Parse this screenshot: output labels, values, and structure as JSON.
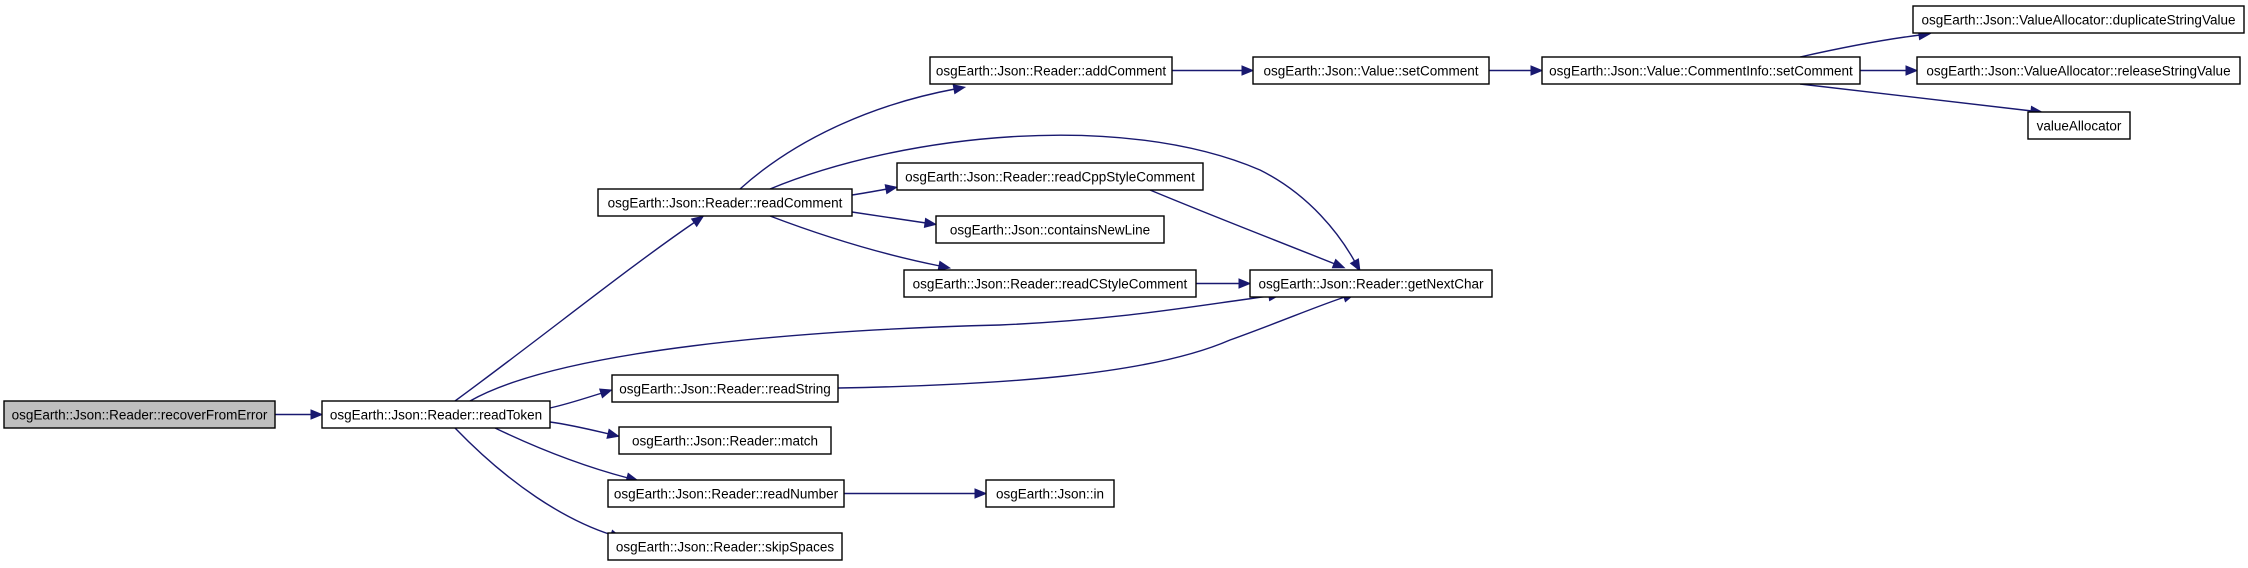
{
  "colors": {
    "edge": "#191970",
    "node_fill": "#ffffff",
    "root_fill": "#bfbfbf",
    "border": "#000000"
  },
  "nodes": [
    {
      "id": "recoverFromError",
      "label": "osgEarth::Json::Reader::recoverFromError",
      "root": true
    },
    {
      "id": "readToken",
      "label": "osgEarth::Json::Reader::readToken"
    },
    {
      "id": "readComment",
      "label": "osgEarth::Json::Reader::readComment"
    },
    {
      "id": "getNextChar",
      "label": "osgEarth::Json::Reader::getNextChar"
    },
    {
      "id": "readString",
      "label": "osgEarth::Json::Reader::readString"
    },
    {
      "id": "match",
      "label": "osgEarth::Json::Reader::match"
    },
    {
      "id": "readNumber",
      "label": "osgEarth::Json::Reader::readNumber"
    },
    {
      "id": "skipSpaces",
      "label": "osgEarth::Json::Reader::skipSpaces"
    },
    {
      "id": "addComment",
      "label": "osgEarth::Json::Reader::addComment"
    },
    {
      "id": "readCppStyleComment",
      "label": "osgEarth::Json::Reader::readCppStyleComment"
    },
    {
      "id": "containsNewLine",
      "label": "osgEarth::Json::containsNewLine"
    },
    {
      "id": "readCStyleComment",
      "label": "osgEarth::Json::Reader::readCStyleComment"
    },
    {
      "id": "valueSetComment",
      "label": "osgEarth::Json::Value::setComment"
    },
    {
      "id": "commentInfoSetComment",
      "label": "osgEarth::Json::Value::CommentInfo::setComment"
    },
    {
      "id": "duplicateStringValue",
      "label": "osgEarth::Json::ValueAllocator::duplicateStringValue"
    },
    {
      "id": "releaseStringValue",
      "label": "osgEarth::Json::ValueAllocator::releaseStringValue"
    },
    {
      "id": "valueAllocator",
      "label": "valueAllocator"
    },
    {
      "id": "jsonIn",
      "label": "osgEarth::Json::in"
    }
  ],
  "edges": [
    {
      "from": "recoverFromError",
      "to": "readToken"
    },
    {
      "from": "readToken",
      "to": "readComment"
    },
    {
      "from": "readToken",
      "to": "getNextChar"
    },
    {
      "from": "readToken",
      "to": "readString"
    },
    {
      "from": "readToken",
      "to": "match"
    },
    {
      "from": "readToken",
      "to": "readNumber"
    },
    {
      "from": "readToken",
      "to": "skipSpaces"
    },
    {
      "from": "readComment",
      "to": "addComment"
    },
    {
      "from": "readComment",
      "to": "getNextChar"
    },
    {
      "from": "readComment",
      "to": "readCppStyleComment"
    },
    {
      "from": "readComment",
      "to": "containsNewLine"
    },
    {
      "from": "readComment",
      "to": "readCStyleComment"
    },
    {
      "from": "addComment",
      "to": "valueSetComment"
    },
    {
      "from": "valueSetComment",
      "to": "commentInfoSetComment"
    },
    {
      "from": "commentInfoSetComment",
      "to": "duplicateStringValue"
    },
    {
      "from": "commentInfoSetComment",
      "to": "releaseStringValue"
    },
    {
      "from": "commentInfoSetComment",
      "to": "valueAllocator"
    },
    {
      "from": "readCppStyleComment",
      "to": "getNextChar"
    },
    {
      "from": "readCStyleComment",
      "to": "getNextChar"
    },
    {
      "from": "readString",
      "to": "getNextChar"
    },
    {
      "from": "readNumber",
      "to": "jsonIn"
    }
  ]
}
